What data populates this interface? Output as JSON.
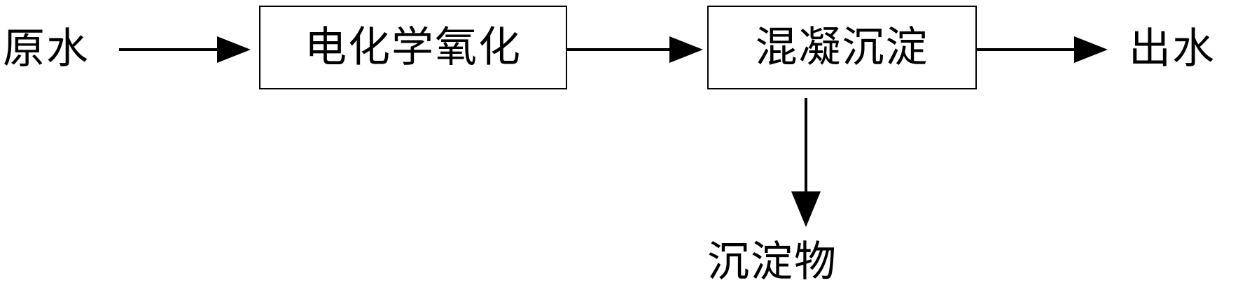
{
  "diagram": {
    "input": "原水",
    "step1": "电化学氧化",
    "step2": "混凝沉淀",
    "output": "出水",
    "byproduct": "沉淀物"
  }
}
